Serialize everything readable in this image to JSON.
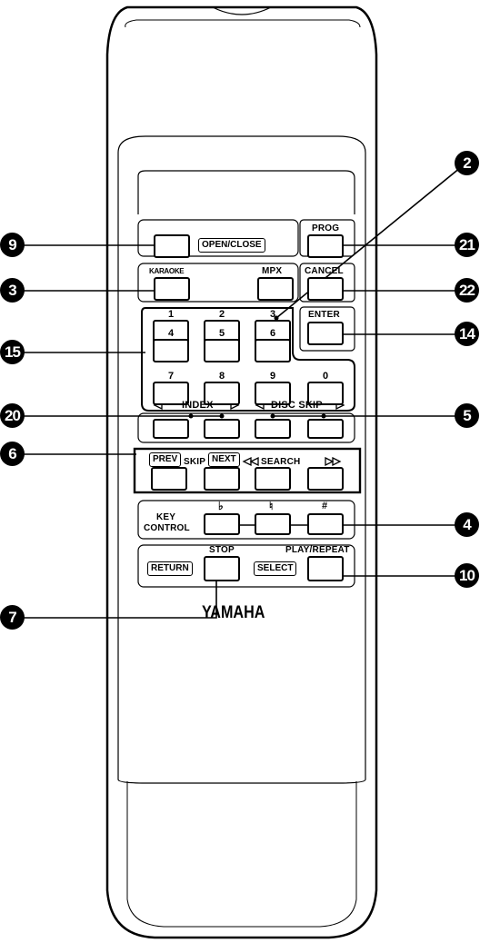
{
  "brand": "YAMAHA",
  "labels": {
    "open_close": "OPEN/CLOSE",
    "prog": "PROG",
    "karaoke": "KARAOKE",
    "mpx": "MPX",
    "cancel": "CANCEL",
    "enter": "ENTER",
    "index": "INDEX",
    "disc_skip": "DISC SKIP",
    "prev": "PREV",
    "skip": "SKIP",
    "next": "NEXT",
    "search": "SEARCH",
    "key": "KEY",
    "control": "CONTROL",
    "flat": "♭",
    "natural": "♮",
    "sharp": "#",
    "stop": "STOP",
    "play_repeat": "PLAY/REPEAT",
    "return": "RETURN",
    "select": "SELECT"
  },
  "digits": [
    "1",
    "2",
    "3",
    "4",
    "5",
    "6",
    "7",
    "8",
    "9",
    "0"
  ],
  "callouts": {
    "c2": "2",
    "c3": "3",
    "c4": "4",
    "c5": "5",
    "c6": "6",
    "c7": "7",
    "c9": "9",
    "c10": "10",
    "c14": "14",
    "c15": "15",
    "c20": "20",
    "c21": "21",
    "c22": "22"
  }
}
